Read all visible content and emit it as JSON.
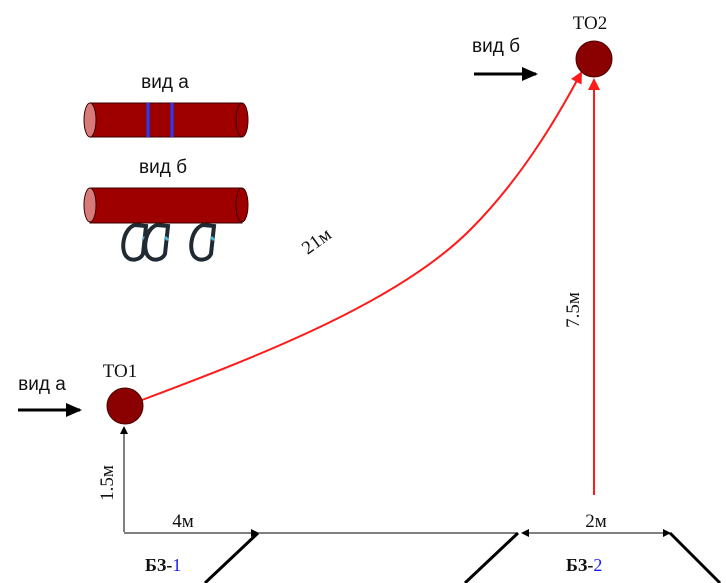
{
  "colors": {
    "anchor_fill": "#8b0000",
    "rope_line": "#ff1a1a",
    "cylinder_fill": "#9e0000",
    "cylinder_end": "#d97a7a",
    "band": "#1f3fff",
    "carabiner": "#1f2a33",
    "carabiner_gate": "#4fb3d9",
    "ink": "#000000",
    "bz_number": "#1a1aff"
  },
  "anchors": {
    "to1": {
      "label": "ТО1"
    },
    "to2": {
      "label": "ТО2"
    }
  },
  "views": {
    "view_a_top": "вид а",
    "view_b_top": "вид б",
    "view_a_arrow": "вид а",
    "view_b_arrow": "вид б"
  },
  "measurements": {
    "rope_length": "21м",
    "vertical_right": "7.5м",
    "vertical_left": "1.5м",
    "horizontal_left": "4м",
    "horizontal_right": "2м"
  },
  "zones": {
    "bz1": {
      "prefix": "БЗ-",
      "number": "1"
    },
    "bz2": {
      "prefix": "БЗ-",
      "number": "2"
    }
  },
  "icons": {
    "view_a": "cylinder-with-bands-icon",
    "view_b": "cylinder-with-carabiners-icon",
    "arrows": "arrow-right-icon"
  }
}
